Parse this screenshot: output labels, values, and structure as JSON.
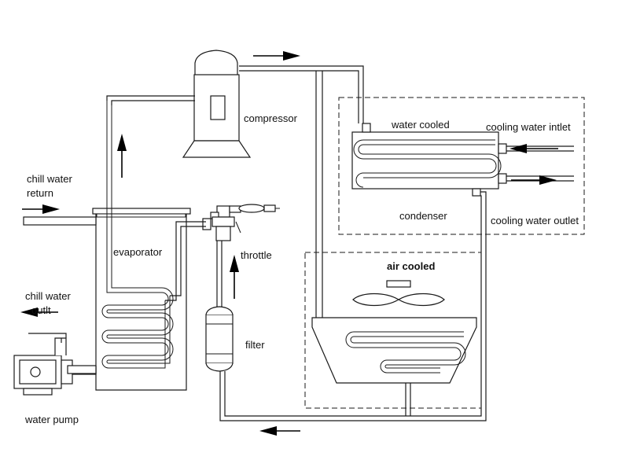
{
  "labels": {
    "compressor": "compressor",
    "water_cooled": "water cooled",
    "cooling_water_inlet": "cooling water intlet",
    "condenser": "condenser",
    "cooling_water_outlet": "cooling water outlet",
    "chill_water_return_1": "chill water",
    "chill_water_return_2": "return",
    "evaporator": "evaporator",
    "throttle": "throttle",
    "air_cooled": "air cooled",
    "chill_water_outlet_1": "chill water",
    "chill_water_outlet_2": "outlt",
    "filter": "filter",
    "water_pump": "water pump"
  },
  "colors": {
    "line": "#1a1a1a",
    "background": "#ffffff"
  }
}
